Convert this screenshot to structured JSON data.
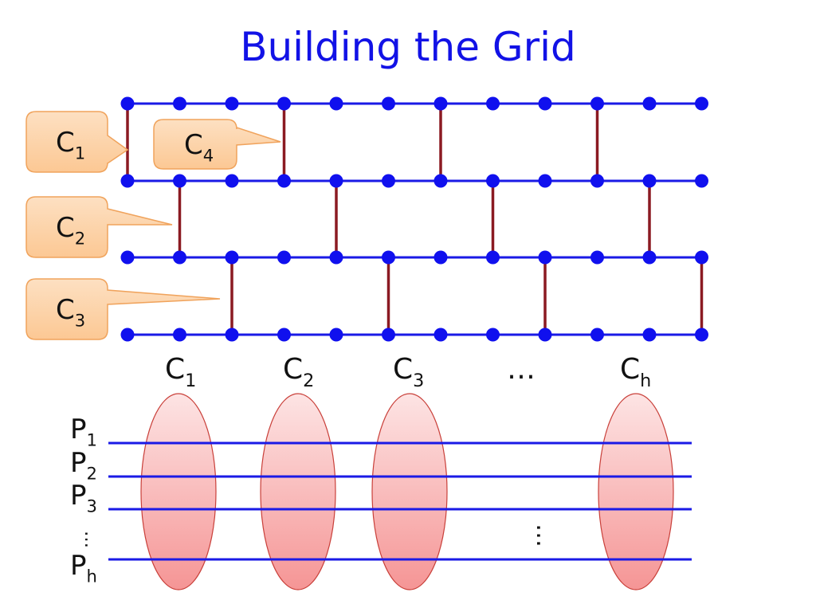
{
  "title": "Building the Grid",
  "colors": {
    "line": "#1a1ae6",
    "dot": "#1010ee",
    "vertical": "#8b1a22",
    "callout_fill": "#fcc894",
    "callout_stroke": "#f0a35c",
    "ellipse_top": "#fde4e4",
    "ellipse_bottom": "#f59595",
    "ellipse_stroke": "#c9403a"
  },
  "callouts": [
    {
      "base": "C",
      "sub": "1"
    },
    {
      "base": "C",
      "sub": "2"
    },
    {
      "base": "C",
      "sub": "3"
    },
    {
      "base": "C",
      "sub": "4"
    }
  ],
  "column_labels": [
    {
      "base": "C",
      "sub": "1"
    },
    {
      "base": "C",
      "sub": "2"
    },
    {
      "base": "C",
      "sub": "3"
    },
    {
      "base": "…",
      "sub": ""
    },
    {
      "base": "C",
      "sub": "h"
    }
  ],
  "row_labels": [
    {
      "base": "P",
      "sub": "1"
    },
    {
      "base": "P",
      "sub": "2"
    },
    {
      "base": "P",
      "sub": "3"
    },
    {
      "base": "P",
      "sub": "h"
    }
  ],
  "row_ellipsis": "…",
  "center_ellipsis": "…"
}
